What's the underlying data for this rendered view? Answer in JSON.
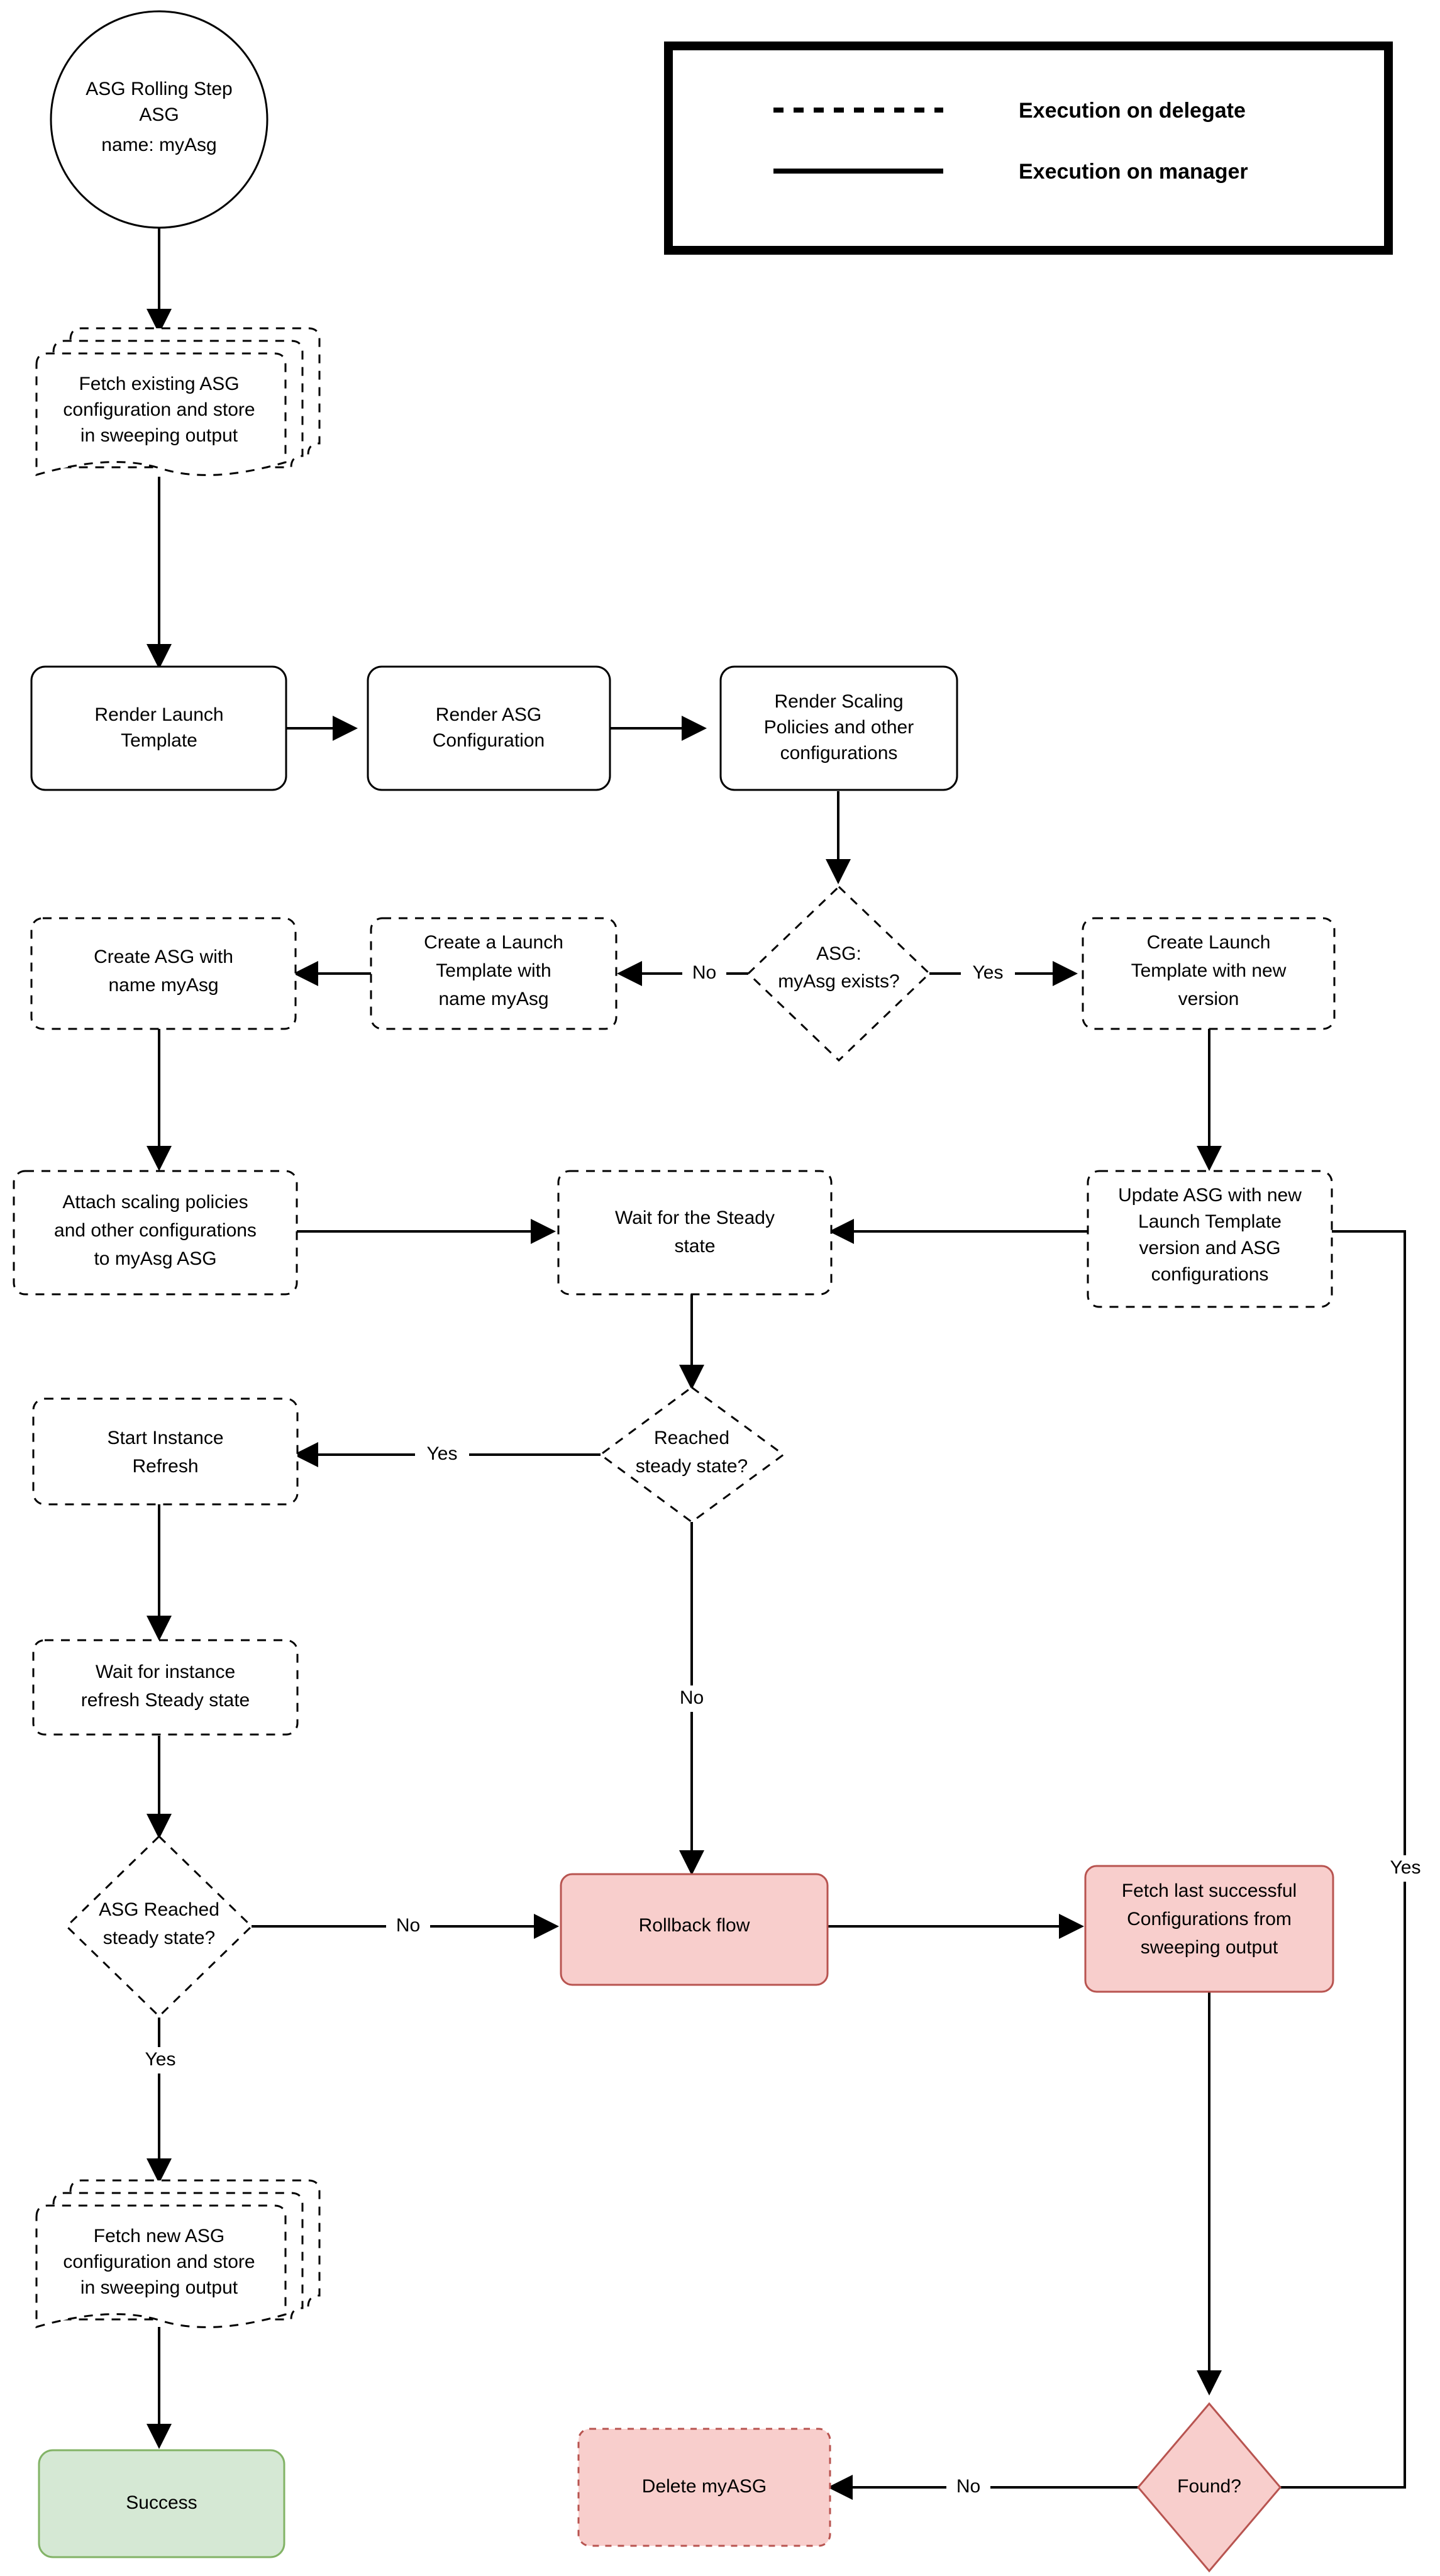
{
  "diagram": {
    "title": "ASG Rolling Step flowchart",
    "colors": {
      "pink_fill": "#f8cecc",
      "pink_stroke": "#b85450",
      "green_fill": "#d5e8d4",
      "green_stroke": "#82b366",
      "default_fill": "#ffffff",
      "default_stroke": "#000000"
    }
  },
  "legend": {
    "items": [
      {
        "style": "dashed",
        "label": "Execution on delegate"
      },
      {
        "style": "solid",
        "label": "Execution on manager"
      }
    ]
  },
  "nodes": {
    "start": {
      "line1": "ASG Rolling Step",
      "line2": "ASG",
      "line3_prefix": "name: ",
      "line3_bold": "myAsg"
    },
    "fetch_existing": {
      "line1": "Fetch existing ASG",
      "line2": "configuration and store",
      "line3": "in sweeping output"
    },
    "render_launch_template": {
      "line1": "Render Launch",
      "line2": "Template"
    },
    "render_asg_config": {
      "line1": "Render ASG",
      "line2": "Configuration"
    },
    "render_scaling": {
      "line1": "Render Scaling",
      "line2": "Policies and other",
      "line3": "configurations"
    },
    "asg_exists": {
      "line1": "ASG:",
      "line2_bold": "myAsg",
      "line2_rest": " exists?"
    },
    "create_launch_template_named": {
      "line1": "Create a Launch",
      "line2": "Template with",
      "line3_prefix": "name ",
      "line3_bold": "myAsg"
    },
    "create_asg": {
      "line1": "Create ASG with",
      "line2_prefix": "name ",
      "line2_bold": "myAsg"
    },
    "create_launch_template_new": {
      "line1": "Create Launch",
      "line2": "Template with new",
      "line3": "version"
    },
    "attach_policies": {
      "line1": "Attach scaling policies",
      "line2": "and other configurations",
      "line3_prefix": "to ",
      "line3_bold": "myAsg",
      "line3_suffix": " ASG"
    },
    "wait_steady": {
      "line1": "Wait for the Steady",
      "line2": "state"
    },
    "update_asg": {
      "line1": "Update ASG with new",
      "line2": "Launch Template",
      "line3": "version and ASG",
      "line4": "configurations"
    },
    "reached_steady": {
      "line1": "Reached",
      "line2": "steady state?"
    },
    "start_instance_refresh": {
      "line1": "Start Instance",
      "line2": "Refresh"
    },
    "wait_instance_refresh": {
      "line1": "Wait for instance",
      "line2": "refresh Steady state"
    },
    "asg_reached_steady": {
      "line1": "ASG Reached",
      "line2": "steady state?"
    },
    "rollback_flow": {
      "line1": "Rollback flow"
    },
    "fetch_last_successful": {
      "line1": "Fetch last successful",
      "line2": "Configurations from",
      "line3": "sweeping output"
    },
    "fetch_new_asg": {
      "line1": "Fetch new ASG",
      "line2": "configuration and store",
      "line3": "in sweeping output"
    },
    "success": {
      "line1": "Success"
    },
    "delete_myasg": {
      "line1": "Delete myASG"
    },
    "found": {
      "line1": "Found?"
    }
  },
  "edge_labels": {
    "exists_no": "No",
    "exists_yes": "Yes",
    "reached_yes": "Yes",
    "reached_no": "No",
    "asg_reached_no": "No",
    "asg_reached_yes": "Yes",
    "found_no": "No",
    "found_yes": "Yes"
  }
}
